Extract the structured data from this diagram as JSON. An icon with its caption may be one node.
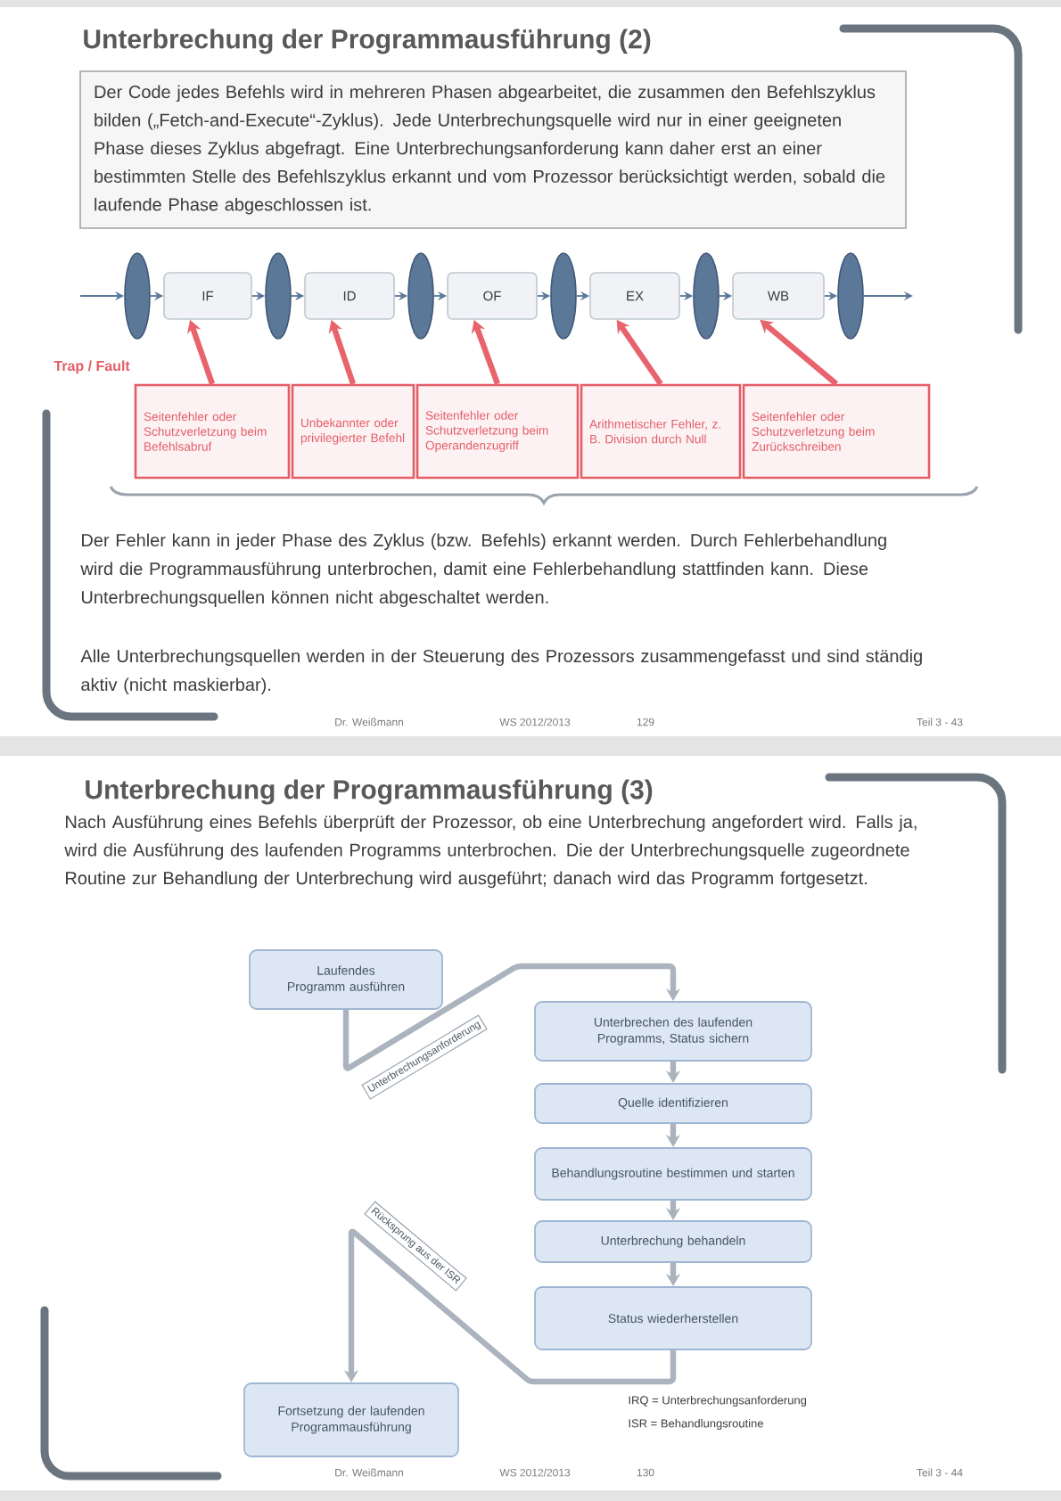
{
  "diagram": {
    "nodes": [
      {
        "text": [
          "Der Code jedes Befehls wird in mehreren Phasen abgearbeitet, die zusammen den Befehlszyklus bilden („Fetch-and-Execute“-Zyklus). Jede Unterbrechungsquelle wird nur in einer geeigneten Phase dieses Zyklus abgefragt. Eine Unterbrechungsanforderung kann daher erst an einer bestimmten Stelle des Befehlszyklus erkannt und vom Prozessor berücksichtigt werden, sobald die laufende Phase abgeschlossen ist."
        ]
      },
      {
        "text": [],
        "shape": "ellipse"
      },
      {
        "text": [
          "IF"
        ]
      },
      {
        "text": [],
        "shape": "ellipse"
      },
      {
        "text": [
          "ID"
        ]
      },
      {
        "text": [],
        "shape": "ellipse"
      },
      {
        "text": [
          "OF"
        ]
      },
      {
        "text": [],
        "shape": "ellipse"
      },
      {
        "text": [
          "EX"
        ]
      },
      {
        "text": [],
        "shape": "ellipse"
      },
      {
        "text": [
          "WB"
        ]
      },
      {
        "text": [],
        "shape": "ellipse"
      },
      {
        "text": [
          "Seitenfehler oder Schutzverletzung beim Befehlsabruf"
        ]
      },
      {
        "text": [
          "Unbekannter oder privilegierter Befehl"
        ]
      },
      {
        "text": [
          "Seitenfehler oder Schutzverletzung beim Operandenzugriff"
        ]
      },
      {
        "text": [
          "Arithmetischer Fehler, z. B. Division durch Null"
        ]
      },
      {
        "text": [
          "Seitenfehler oder Schutzverletzung beim Zurückschreiben"
        ]
      },
      {
        "text": [
          "Laufendes Programm ausführen"
        ]
      },
      {
        "text": [
          "Unterbrechen des laufenden Programms, Status sichern"
        ]
      },
      {
        "text": [
          "Quelle identifizieren"
        ]
      },
      {
        "text": [
          "Behandlungsroutine bestimmen und starten"
        ]
      },
      {
        "text": [
          "Unterbrechung behandeln"
        ]
      },
      {
        "text": [
          "Status wiederherstellen"
        ]
      },
      {
        "text": [
          "Fortsetzung der laufenden Programmausführung"
        ]
      }
    ],
    "edges": [
      {
        "from": null,
        "to": 1,
        "arrow": "to"
      },
      {
        "from": 1,
        "to": 2,
        "arrow": "to"
      },
      {
        "from": 2,
        "to": 3,
        "arrow": "to"
      },
      {
        "from": 3,
        "to": 4,
        "arrow": "to"
      },
      {
        "from": 4,
        "to": 5,
        "arrow": "to"
      },
      {
        "from": 5,
        "to": 6,
        "arrow": "to"
      },
      {
        "from": 6,
        "to": 7,
        "arrow": "to"
      },
      {
        "from": 7,
        "to": 8,
        "arrow": "to"
      },
      {
        "from": 8,
        "to": 9,
        "arrow": "to"
      },
      {
        "from": 9,
        "to": 10,
        "arrow": "to"
      },
      {
        "from": 10,
        "to": 11,
        "arrow": "to"
      },
      {
        "from": 11,
        "to": null,
        "arrow": "to"
      },
      {
        "from": 12,
        "to": 2,
        "arrow": "to",
        "style": "thick",
        "color": "#e8636c"
      },
      {
        "from": 13,
        "to": 4,
        "arrow": "to",
        "style": "thick",
        "color": "#e8636c"
      },
      {
        "from": 14,
        "to": 6,
        "arrow": "to",
        "style": "thick",
        "color": "#e8636c"
      },
      {
        "from": 15,
        "to": 8,
        "arrow": "to",
        "style": "thick",
        "color": "#e8636c"
      },
      {
        "from": 16,
        "to": 10,
        "arrow": "to",
        "style": "thick",
        "color": "#e8636c"
      },
      {
        "from": 17,
        "to": 18,
        "arrow": "to",
        "label": "Unterbrechungsanforderung",
        "style": "thick",
        "color": "#aab3be"
      },
      {
        "from": 18,
        "to": 19,
        "arrow": "to",
        "style": "thick",
        "color": "#aab3be"
      },
      {
        "from": 19,
        "to": 20,
        "arrow": "to",
        "style": "thick",
        "color": "#aab3be"
      },
      {
        "from": 20,
        "to": 21,
        "arrow": "to",
        "style": "thick",
        "color": "#aab3be"
      },
      {
        "from": 21,
        "to": 22,
        "arrow": "to",
        "style": "thick",
        "color": "#aab3be"
      },
      {
        "from": 22,
        "to": 23,
        "arrow": "to",
        "label": "Rücksprung aus der ISR",
        "style": "thick",
        "color": "#aab3be"
      }
    ],
    "labels": [
      "Unterbrechung der Programmausführung (2)",
      "Trap / Fault",
      "Der Fehler kann in jeder Phase des Zyklus (bzw. Befehls) erkannt werden. Durch Fehlerbehandlung wird die Programmausführung unterbrochen, damit eine Fehlerbehandlung stattfinden kann. Diese Unterbrechungsquellen können nicht abgeschaltet werden.",
      "Alle Unterbrechungsquellen werden in der Steuerung des Prozessors zusammengefasst und sind ständig aktiv (nicht maskierbar).",
      "Dr. Weißmann",
      "WS 2012/2013",
      "129",
      "Teil 3 - 43",
      "Unterbrechung der Programmausführung (3)",
      "Nach Ausführung eines Befehls überprüft der Prozessor, ob eine Unterbrechung angefordert wird. Falls ja, wird die Ausführung des laufenden Programms unterbrochen. Die der Unterbrechungsquelle zugeordnete Routine zur Behandlung der Unterbrechung wird ausgeführt; danach wird das Programm fortgesetzt.",
      "IRQ = Unterbrechungsanforderung",
      "ISR = Behandlungsroutine",
      "Dr. Weißmann",
      "WS 2012/2013",
      "130",
      "Teil 3 - 44"
    ]
  }
}
